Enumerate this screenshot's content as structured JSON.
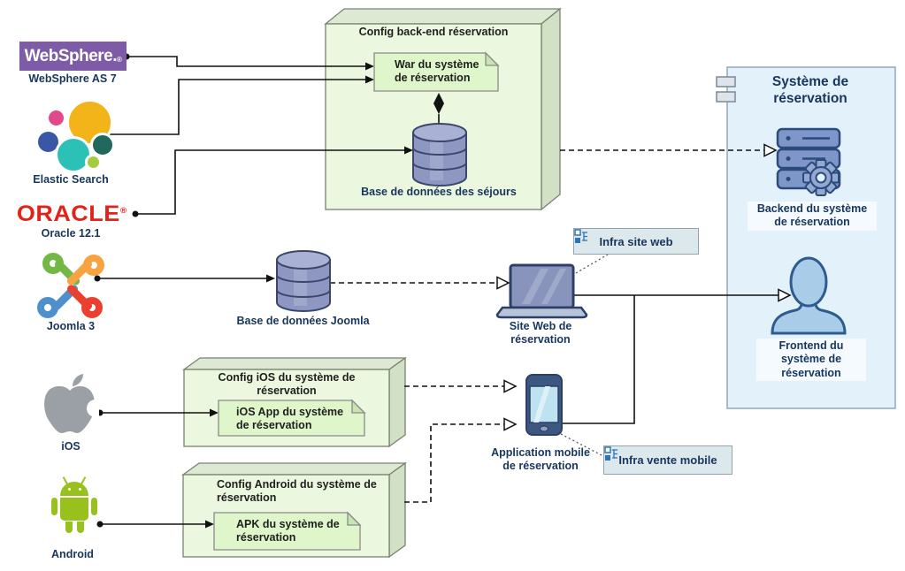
{
  "logos": {
    "websphere": {
      "badge_text": "WebSphere.",
      "badge_reg": "®",
      "label": "WebSphere AS 7"
    },
    "elastic": {
      "label": "Elastic Search"
    },
    "oracle": {
      "wordmark": "ORACLE",
      "reg": "®",
      "label": "Oracle 12.1"
    },
    "joomla": {
      "label": "Joomla 3"
    },
    "apple": {
      "label": "iOS"
    },
    "android": {
      "label": "Android"
    }
  },
  "nodes": {
    "config_backend": {
      "title": "Config back-end réservation",
      "artifact": "War du système\nde réservation",
      "database": "Base de données des séjours"
    },
    "config_ios": {
      "title": "Config iOS du système de réservation",
      "artifact": "iOS App du système\nde réservation"
    },
    "config_android": {
      "title": "Config Android du système de\nréservation",
      "artifact": "APK du système de\nréservation"
    }
  },
  "devices": {
    "db_joomla": "Base de données Joomla",
    "site_web": "Site Web de\nréservation",
    "app_mobile": "Application mobile\nde réservation",
    "backend": "Backend du système\nde réservation",
    "frontend": "Frontend  du\nsystème de\nréservation"
  },
  "panel": {
    "title": "Système de\nréservation"
  },
  "infra": {
    "site_web": "Infra site web",
    "vente_mobile": "Infra vente mobile"
  },
  "colors": {
    "node_fill": "#ecf7e0",
    "node_top": "#dde9d2",
    "node_side": "#d2e0c6",
    "artifact_fill": "#def6c9",
    "artifact_fold": "#c9e4b2",
    "panel_fill": "#e3f1fb",
    "cylinder_fill": "#8d97c2",
    "cylinder_top": "#a9b1d4",
    "device_blue": "#8894bc",
    "device_outline": "#2c3f66",
    "label_text": "#17365d",
    "websphere_purple": "#7d5ba6",
    "oracle_red": "#e2231a",
    "android_green": "#98c11d",
    "apple_gray": "#9aa0a6",
    "infra_fill": "#dde8ed"
  }
}
